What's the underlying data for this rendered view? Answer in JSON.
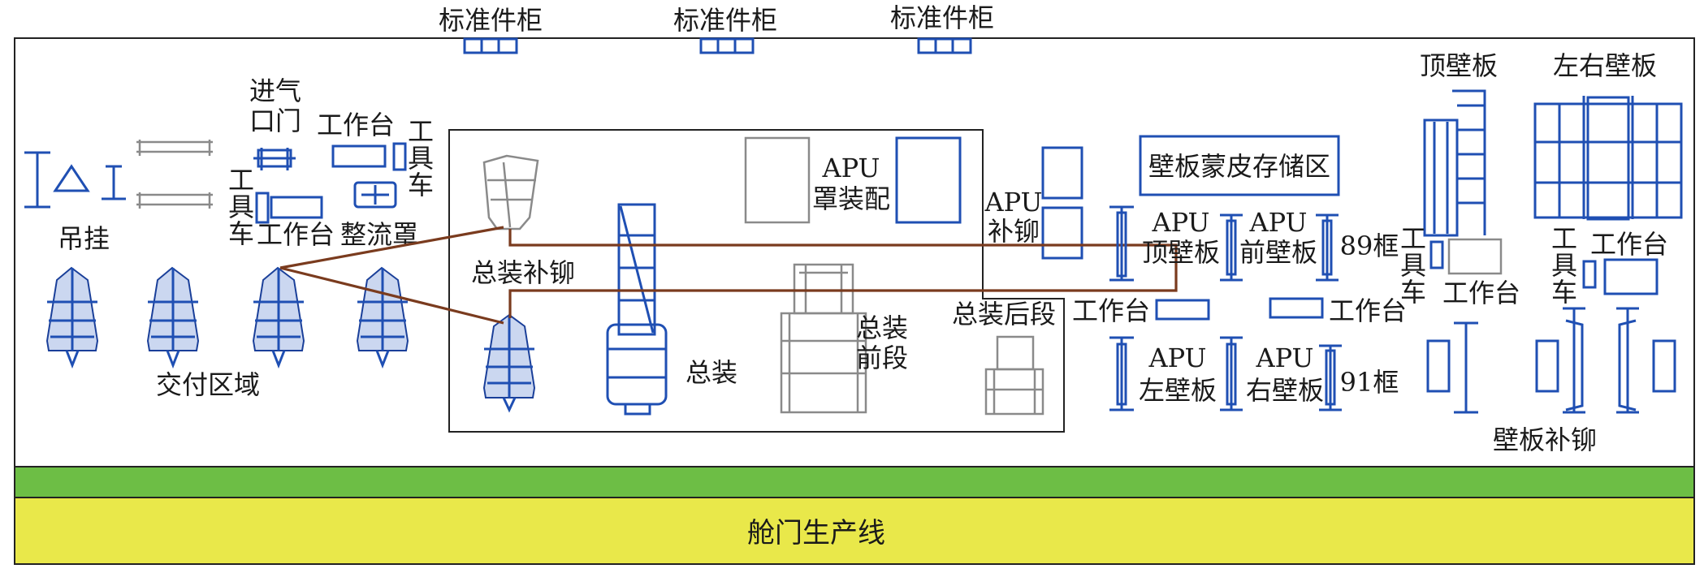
{
  "cabinets": {
    "c1": "标准件柜",
    "c2": "标准件柜",
    "c3": "标准件柜"
  },
  "labels": {
    "hanging": "吊挂",
    "inlet_door": "进气\n口门",
    "workbench_top": "工作台",
    "toolcart_top": "工\n具\n车",
    "toolcart_left": "工\n具\n车",
    "workbench_left": "工作台",
    "fairing": "整流罩",
    "delivery_area": "交付区域",
    "final_rivet": "总装补铆",
    "final_assembly": "总装",
    "apu_cover_line1": "APU",
    "apu_cover_line2": "罩装配",
    "final_front_line1": "总装",
    "final_front_line2": "前段",
    "final_rear": "总装后段",
    "apu_rivet_line1": "APU",
    "apu_rivet_line2": "补铆",
    "panel_storage": "壁板蒙皮存储区",
    "apu_top_line1": "APU",
    "apu_top_line2": "顶壁板",
    "apu_front_line1": "APU",
    "apu_front_line2": "前壁板",
    "frame_89": "89框",
    "workbench_mid_left": "工作台",
    "workbench_mid_right": "工作台",
    "apu_left_line1": "APU",
    "apu_left_line2": "左壁板",
    "apu_right_line1": "APU",
    "apu_right_line2": "右壁板",
    "frame_91": "91框",
    "top_panel": "顶壁板",
    "lr_panel": "左右壁板",
    "toolcart_right1": "工\n具\n车",
    "workbench_right1": "工作台",
    "toolcart_right2": "工\n具\n车",
    "workbench_right2": "工作台",
    "panel_rivet": "壁板补铆"
  },
  "production_line": "舱门生产线",
  "colors": {
    "fixture_blue": "#1f4fb3",
    "route_brown": "#7a3b1e",
    "green_band": "#6dbe45",
    "yellow_band": "#e9e84a",
    "grey_fixture": "#8a8a8a"
  }
}
